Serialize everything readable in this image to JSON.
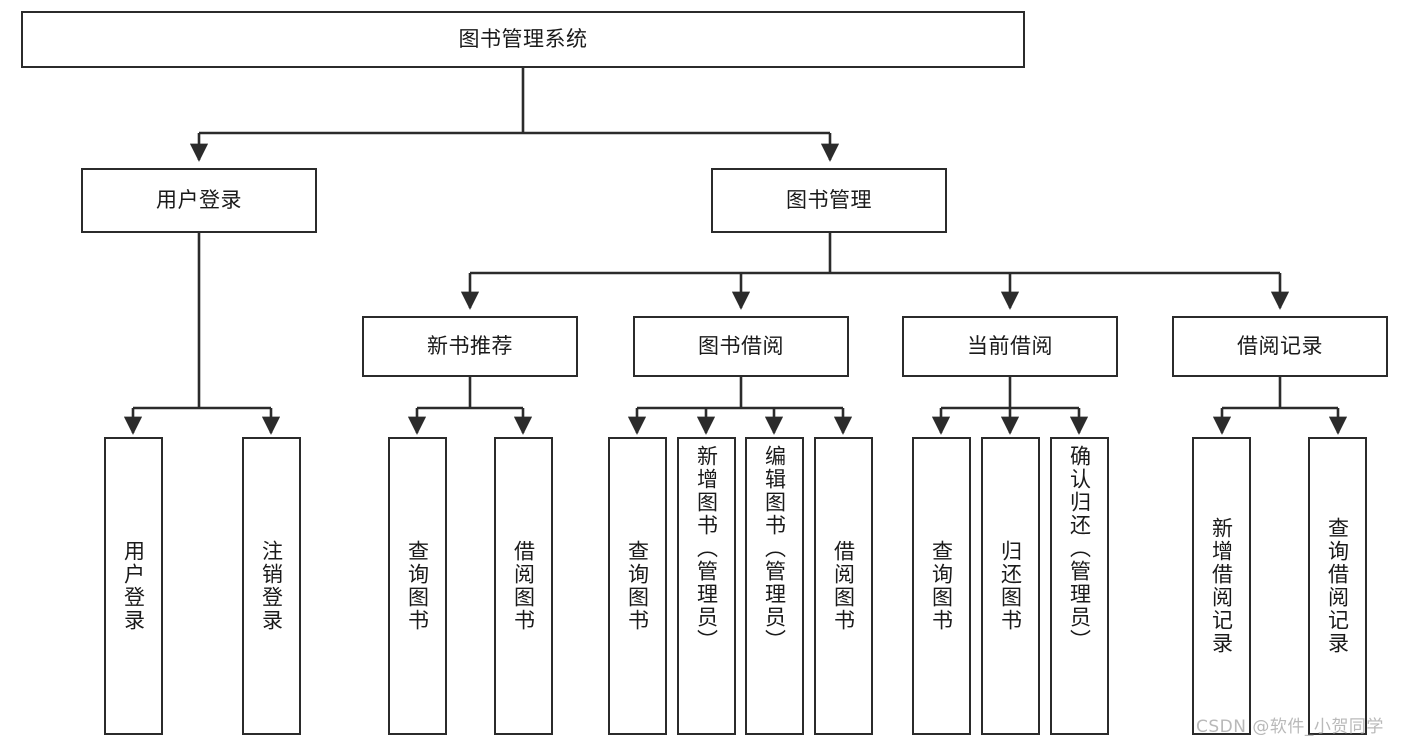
{
  "diagram": {
    "title": "图书管理系统",
    "watermark": "CSDN @软件_小贺同学",
    "colors": {
      "box_border": "#2b2b2b",
      "box_fill": "#ffffff",
      "edge": "#2b2b2b",
      "text": "#1a1a1a",
      "watermark": "#b9b9b9"
    },
    "nodes": {
      "root": {
        "label": "图书管理系统"
      },
      "level2": [
        {
          "label": "用户登录"
        },
        {
          "label": "图书管理"
        }
      ],
      "level3": [
        {
          "label": "新书推荐"
        },
        {
          "label": "图书借阅"
        },
        {
          "label": "当前借阅"
        },
        {
          "label": "借阅记录"
        }
      ],
      "leaves": {
        "user_login": [
          {
            "label": "用户登录"
          },
          {
            "label": "注销登录"
          }
        ],
        "new_book_recommend": [
          {
            "label": "查询图书"
          },
          {
            "label": "借阅图书"
          }
        ],
        "book_borrow": [
          {
            "label": "查询图书"
          },
          {
            "label": "新增图书（管理员）"
          },
          {
            "label": "编辑图书（管理员）"
          },
          {
            "label": "借阅图书"
          }
        ],
        "current_borrow": [
          {
            "label": "查询图书"
          },
          {
            "label": "归还图书"
          },
          {
            "label": "确认归还（管理员）"
          }
        ],
        "borrow_record": [
          {
            "label": "新增借阅记录"
          },
          {
            "label": "查询借阅记录"
          }
        ]
      }
    }
  }
}
